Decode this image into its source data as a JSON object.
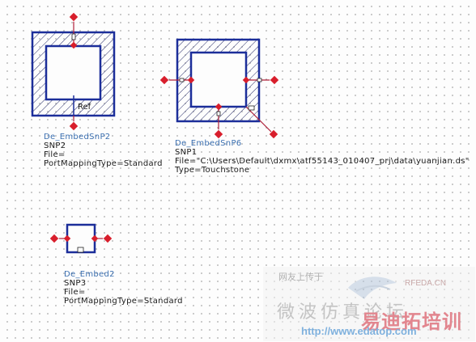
{
  "schematic": {
    "components": [
      {
        "id": "snp2-block",
        "instance_name": "De_EmbedSnP2",
        "params": [
          "SNP2",
          "File=",
          "PortMappingType=Standard"
        ],
        "ref_label": "Ref"
      },
      {
        "id": "snp6-block",
        "instance_name": "De_EmbedSnP6",
        "params": [
          "SNP1",
          "File=\"C:\\Users\\Default\\dxmx\\atf55143_010407_prj\\data\\yuanjian.ds\"",
          "Type=Touchstone"
        ]
      },
      {
        "id": "embed2-block",
        "instance_name": "De_Embed2",
        "params": [
          "SNP3",
          "File=",
          "PortMappingType=Standard"
        ]
      }
    ],
    "colors": {
      "component_outline": "#1c2e9a",
      "pin": "#d81e2c",
      "wire": "#b0203a",
      "instance_name": "#3b6fb0",
      "parameter_text": "#1a1a1a",
      "grid_dot": "#8a8a8a"
    }
  },
  "watermark": {
    "line1": "网友上传于",
    "site_small": "RFEDA.CN",
    "cn_title": "微波仿真论坛",
    "brand": "易迪拓培训",
    "url": "http://www.edatop.com"
  }
}
